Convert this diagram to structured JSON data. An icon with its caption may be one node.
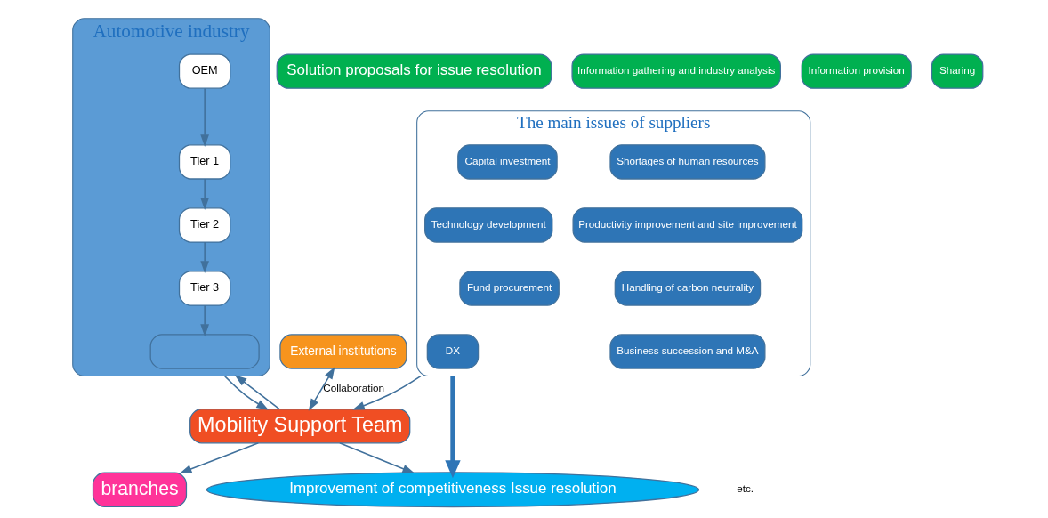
{
  "diagram": {
    "nodes": [
      {
        "text": [
          "Automotive industry"
        ]
      },
      {
        "text": [
          "OEM"
        ],
        "in": 0
      },
      {
        "text": [
          "Tier 1"
        ],
        "in": 0
      },
      {
        "text": [
          "Tier 2"
        ],
        "in": 0
      },
      {
        "text": [
          "Tier 3"
        ],
        "in": 0
      },
      {
        "text": [],
        "shape": "box",
        "in": 0
      },
      {
        "text": [
          "The main issues of suppliers"
        ]
      },
      {
        "text": [
          "Shortages of human resources"
        ],
        "in": 6
      },
      {
        "text": [
          "Capital investment"
        ],
        "in": 6
      },
      {
        "text": [
          "Productivity improvement and site improvement"
        ],
        "in": 6
      },
      {
        "text": [
          "Technology development"
        ],
        "in": 6
      },
      {
        "text": [
          "Handling of carbon neutrality"
        ],
        "in": 6
      },
      {
        "text": [
          "Fund procurement"
        ],
        "in": 6
      },
      {
        "text": [
          "Business succession and M&A"
        ],
        "in": 6
      },
      {
        "text": [
          "DX"
        ],
        "in": 6
      },
      {
        "text": [
          "Improvement of competitiveness Issue resolution"
        ]
      },
      {
        "text": [
          "Solution proposals for issue resolution"
        ]
      },
      {
        "text": [
          "branches"
        ]
      },
      {
        "text": [
          "Information gathering and industry analysis"
        ]
      },
      {
        "text": [
          "Information provision"
        ]
      },
      {
        "text": [
          "Sharing"
        ]
      },
      {
        "text": [
          "External institutions"
        ]
      },
      {
        "text": [
          "Mobility Support Team"
        ]
      }
    ],
    "edges": [
      {
        "from": 1,
        "to": 2,
        "arrow": "to"
      },
      {
        "from": 2,
        "to": 3,
        "arrow": "to"
      },
      {
        "from": 3,
        "to": 4,
        "arrow": "to"
      },
      {
        "from": 4,
        "to": 5,
        "arrow": "to"
      },
      {
        "from": 6,
        "to": 15,
        "arrow": "to",
        "style": "thick"
      },
      {
        "from": 0,
        "to": 22,
        "arrow": "to"
      },
      {
        "from": 22,
        "to": 0,
        "arrow": "to"
      },
      {
        "from": 22,
        "to": 17,
        "arrow": "to"
      },
      {
        "from": 6,
        "to": 22,
        "arrow": "to"
      },
      {
        "from": 22,
        "to": 15,
        "arrow": "to"
      },
      {
        "from": 21,
        "to": 22,
        "arrow": "both",
        "label": "Collaboration"
      }
    ],
    "labels": [
      "etc."
    ]
  }
}
